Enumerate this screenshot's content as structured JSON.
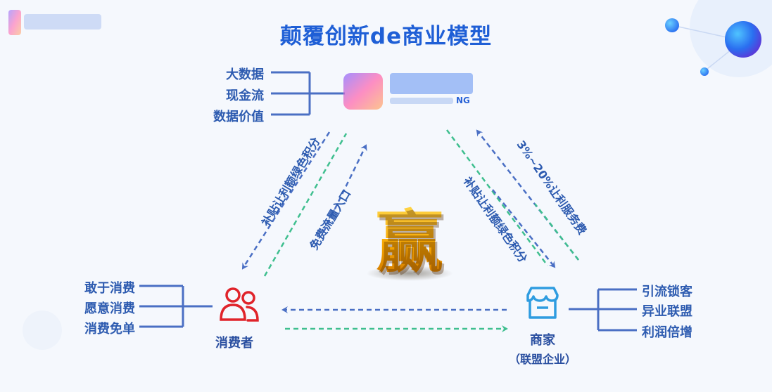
{
  "title": "颠覆创新de商业模型",
  "top_node": {
    "suffix_text": "NG"
  },
  "top_items": [
    "大数据",
    "现金流",
    "数据价值"
  ],
  "consumer": {
    "label": "消费者",
    "items": [
      "敢于消费",
      "愿意消费",
      "消费免单"
    ]
  },
  "merchant": {
    "label": "商家",
    "sublabel": "（联盟企业）",
    "items": [
      "引流锁客",
      "异业联盟",
      "利润倍增"
    ]
  },
  "edges": {
    "left_outer": "补贴让利额绿色积分",
    "left_inner": "免费流量入口",
    "right_inner": "补贴让利额绿色积分",
    "right_outer": "3%~20%让利服务费"
  },
  "center_char": "赢",
  "colors": {
    "title": "#1f5fd6",
    "arrow_blue": "#4a6fc4",
    "arrow_green": "#3fbf8f",
    "consumer_icon": "#e0232a",
    "merchant_icon": "#2e9ce0"
  }
}
